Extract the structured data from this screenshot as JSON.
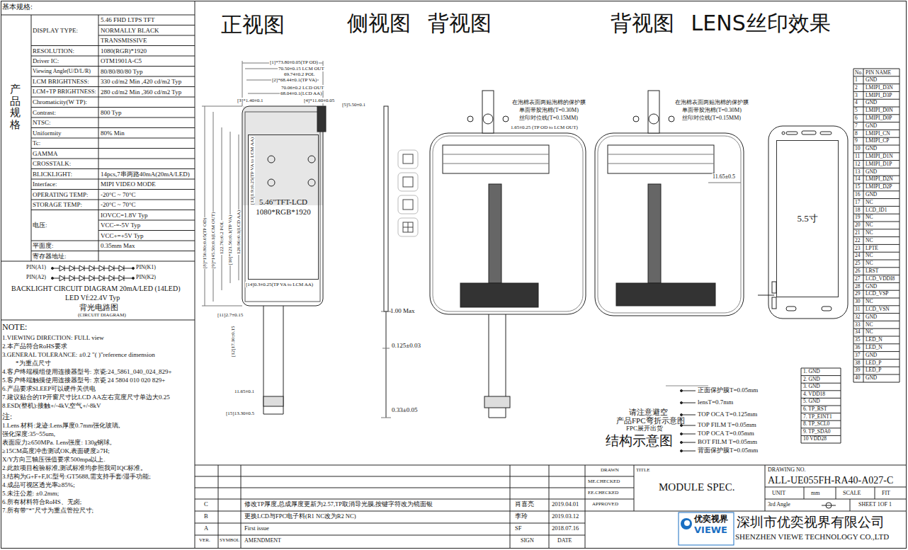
{
  "diagram": {
    "nodes": [
      {
        "text": [
          "5.46\"TFT-LCD",
          "1080*RGB*1920"
        ]
      },
      {
        "text": [
          "5.5寸"
        ]
      }
    ],
    "labels": [
      "基本规格:",
      "产品规格",
      "DISPLAY TYPE:",
      "5.46 FHD LTPS TFT",
      "NORMALLY BLACK",
      "TRANSMISSIVE",
      "RESOLUTION:",
      "1080(RGB)*1920",
      "Driver IC:",
      "OTM1901A-C5",
      "Viewing Angle(U/D/L/R)",
      "80/80/80/80 Typ",
      "LCM BRIGHTNESS:",
      "330 cd/m2 Min ,420 cd/m2 Typ",
      "LCM+TP BRIGHTNESS:",
      "280 cd/m2 Min ,360 cd/m2 Typ",
      "Chromaticity(W TP):",
      "Contrast:",
      "800 Typ",
      "NTSC:",
      "Uniformity",
      "80% Min",
      "Tc:",
      "GAMMA",
      "CROSSTALK:",
      "BLICKLIGHT:",
      "14pcs,7串两路40mA(20mA/LED)",
      "Interface:",
      "MIPI VIDEO MODE",
      "OPERATING TEMP:",
      "-20°C ~ 70°C",
      "STORAGE TEMP:",
      "-20°C ~ 70°C",
      "电压:",
      "IOVCC=1.8V Typ",
      "VCC-=-5V Typ",
      "VCC+=+5V Typ",
      "平面度:",
      "0.35mm Max",
      "寄存器地址:",
      "PIN(A1)",
      "PIN(K1)",
      "PIN(A2)",
      "PIN(K2)",
      "BACKLIGHT CIRCUIT DIAGRAM 20mA/LED (14LED)",
      "LED Vf:22.4V Typ",
      "背光电路图",
      "(CIRCUIT DIAGRAM)",
      "NOTE:",
      "1.VIEWING DIRECTION: FULL view",
      "2.本产品符合RoHS要求",
      "3.GENERAL TOLERANCE: ±0.2 \"( )\"reference dimension",
      "*为重点尺寸",
      "4.客户终端模组使用连接器型号: 京瓷:24_5861_040_024_829+",
      "5.客户终端触摸使用连接器型号: 京瓷 24 5804 010 020 829+",
      "6.产品要求SLEEP可以硬件关供电",
      "7.建议贴合的TP开窗尺寸比LCD AA左右宽度尺寸单边大0.25",
      "8.ESD(整机):接触+/-4kV,空气+/-8kV",
      "注:",
      "1.Lens 材料:龙迹:Lens厚度0.7mm强化玻璃,",
      "强化深度:35~55um,",
      "表面应力≥650MPa. Lens强度: 130g钢球,",
      "≥15CM高度冲击测试OK,表面硬度≥7H;",
      "X/Y方向三轴压强值要求500mpa以上.",
      "2.此款项目检验标准,测试标准均参照我司IQC标准。",
      "3.结构为G+F+F,IC型号:GT5688,需支持手套/湿手功能;",
      "4.成品可视区透光率≥85%;",
      "5.未注公差: ±0.2mm;",
      "6.所有材料符合RoHS、无卤;",
      "7.所有带\"*\"尺寸为重点管控尺寸;",
      "正视图",
      "侧视图 背视图",
      "背视图 LENS丝印效果",
      "[1]*73.80±0.05(TP OD)",
      "70.50±0.15 LCM OUT",
      "69.74±0.2 POL",
      "[2]*68.44±0.1(TP VA)",
      "70.06±0.2 LCD OUT",
      "68.04±0.1(LCD AA)",
      "[3]*1.40±0.1",
      "[4]*11.60±0.05",
      "[5]5.50±0.1",
      "[8]*150.80±0.05(TP OD)",
      "[9]*145.50±0.1(LCM OUT)",
      "122.76±0.2 POL",
      "[10]*121.56±0.1(TP VA)",
      "120.96±0.1(LCD AA)",
      "[13]1.9±0.25(TP VA to LCM AA)",
      "[14]0.3±0.25(TP VA to LCM AA)",
      "[11]2.7±0.15",
      "[12]17.10±0.15",
      "11.65±0.1",
      "[15]13.30±0.5",
      "1.00 Max",
      "0.125±0.03",
      "0.33±0.05",
      "1.65±0.25 (TP OD to LCM OUT)",
      "在泡棉表面两贴泡棉的保护膜",
      "单面带胶泡棉(T=0.30M)",
      "丝印对位线(T=0.15MM)",
      "在泡棉表面两贴泡棉的保护膜",
      "单面带胶泡棉(T=0.30M)",
      "丝印对位线(T=0.15MM)",
      "11.65±0.5",
      "请注意避空",
      "产品FPC弯折示意图",
      "FPC展开出货",
      "正面保护膜T=0.05mm",
      "lensT=0.7mm",
      "TOP OCA T=0.125mm",
      "TOP FILM T=0.05mm",
      "TOP OCA T=0.05mm",
      "BOT FILM T=0.05mm",
      "背面保护膜T=0.05mm",
      "结构示意图",
      "No.",
      "PIN NAME",
      "1",
      "GND",
      "2",
      "LMIPI_D3N",
      "3",
      "LMIPI_D3P",
      "4",
      "GND",
      "5",
      "LMIPI_D0N",
      "6",
      "LMIPI_D0P",
      "7",
      "GND",
      "8",
      "LMIPI_CN",
      "9",
      "LMIPI_CP",
      "10",
      "GND",
      "11",
      "LMIPI_D1N",
      "12",
      "LMIPI_D1P",
      "13",
      "GND",
      "14",
      "LMIPI_D2N",
      "15",
      "LMIPI_D2P",
      "16",
      "GND",
      "17",
      "NC",
      "18",
      "LCD_ID1",
      "19",
      "NC",
      "20",
      "NC",
      "21",
      "NC",
      "22",
      "NC",
      "23",
      "LPTE",
      "24",
      "NC",
      "25",
      "NC",
      "26",
      "LRST",
      "27",
      "LCD_VDDI8",
      "28",
      "GND",
      "29",
      "LCD_VSP",
      "30",
      "NC",
      "31",
      "LCD_VSN",
      "32",
      "GND",
      "33",
      "NC",
      "34",
      "NC",
      "35",
      "LED_N",
      "36",
      "LED_N",
      "37",
      "GND",
      "38",
      "LED_P",
      "39",
      "LED_P",
      "40",
      "GND",
      "1. GND",
      "2. GND",
      "3. GND",
      "4. VDD18",
      "5. GND",
      "6. TP_RST",
      "7. TP_EINT1",
      "8. TP_SCL0",
      "9. TP_SDA0",
      "10 VDD28",
      "C",
      "修改TP厚度,总成厚度更新为2.57,TP取消导光膜,按键字符改为镜面银",
      "肖喜亮",
      "2019.04.01",
      "B",
      "更换LCD与FPC电子料(R1 NC改为R2 NC)",
      "李玲",
      "2019.03.12",
      "A",
      "First issue",
      "SF",
      "2018.07.16",
      "VER.",
      "SYMBOL",
      "AMENDMENT",
      "SIGN",
      "DATE",
      "DRAWN",
      "ME.CHECKED",
      "EE.CHECKED",
      "APPROVED",
      "TITLE",
      "MODULE SPEC.",
      "DRAWING NO.",
      "ALL-UE055FH-RA40-A027-C",
      "UNIT",
      "mm",
      "SCALE",
      "FIT",
      "3rd Angle",
      "SHEET 1OF 1",
      "优奕视界",
      "VIEWE",
      "深圳市优奕视界有限公司",
      "SHENZHEN VIEWE TECHNOLOGY CO.,LTD"
    ]
  }
}
